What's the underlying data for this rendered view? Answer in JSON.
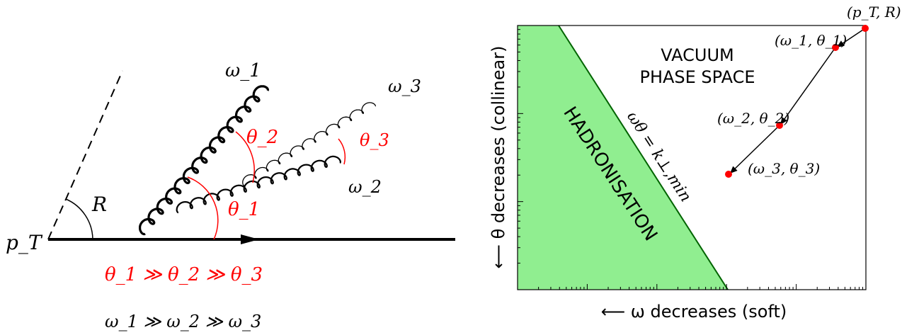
{
  "left_diagram": {
    "jet_momentum_label": "p_T",
    "cone_radius_label": "R",
    "gluon_labels": [
      "ω_1",
      "ω_2",
      "ω_3"
    ],
    "angle_labels": [
      "θ_1",
      "θ_2",
      "θ_3"
    ],
    "angle_ordering": "θ_1 ≫ θ_2 ≫ θ_3",
    "energy_ordering": "ω_1 ≫ ω_2 ≫ ω_3",
    "colors": {
      "line": "#000000",
      "angle": "#ff0000"
    }
  },
  "right_diagram": {
    "x_axis_label": "⟵ ω decreases (soft)",
    "y_axis_label": "⟵ θ decreases (collinear)",
    "x_scale": "log",
    "y_scale": "log",
    "vacuum_region_label_line1": "VACUUM",
    "vacuum_region_label_line2": "PHASE SPACE",
    "hadronisation_region_label": "HADRONISATION",
    "boundary_label": "ωθ = k⊥,min",
    "points": [
      {
        "label": "(p_T, R)"
      },
      {
        "label": "(ω_1, θ_1)"
      },
      {
        "label": "(ω_2, θ_2)"
      },
      {
        "label": "(ω_3, θ_3)"
      }
    ],
    "colors": {
      "hadronisation_fill": "#90ee90",
      "boundary_line": "#006400",
      "points": "#ff0000"
    }
  }
}
